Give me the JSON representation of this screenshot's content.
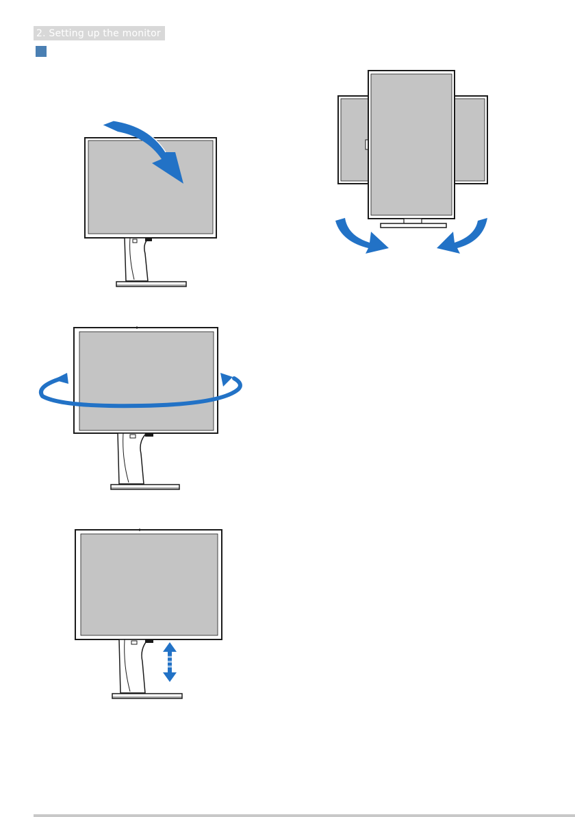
{
  "header": {
    "section_title": "2. Setting up the monitor"
  },
  "colors": {
    "accent_blue": "#2272c6",
    "section_square": "#4a7fb3",
    "header_bar": "#d8d8d8",
    "screen_gray": "#c4c4c4",
    "outline": "#1a1a1a"
  },
  "illustrations": [
    {
      "id": "tilt",
      "icon": "tilt-arrow-icon"
    },
    {
      "id": "swivel",
      "icon": "swivel-arrow-icon"
    },
    {
      "id": "height",
      "icon": "height-adjust-arrow-icon"
    },
    {
      "id": "pivot",
      "icon": "pivot-arrows-icon"
    }
  ]
}
